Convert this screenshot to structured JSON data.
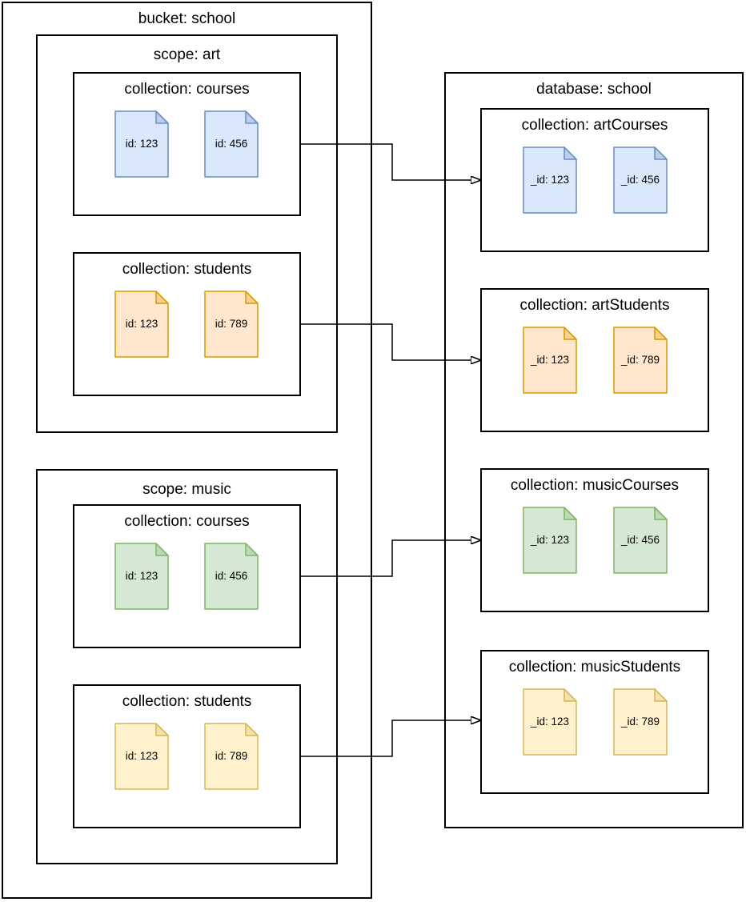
{
  "diagram": {
    "bucket": {
      "title": "bucket: school",
      "scopes": [
        {
          "title": "scope: art",
          "collections": [
            {
              "title": "collection: courses",
              "color": "blue",
              "docs": [
                "id: 123",
                "id: 456"
              ]
            },
            {
              "title": "collection: students",
              "color": "orange",
              "docs": [
                "id: 123",
                "id: 789"
              ]
            }
          ]
        },
        {
          "title": "scope: music",
          "collections": [
            {
              "title": "collection: courses",
              "color": "green",
              "docs": [
                "id: 123",
                "id: 456"
              ]
            },
            {
              "title": "collection: students",
              "color": "yellow",
              "docs": [
                "id: 123",
                "id: 789"
              ]
            }
          ]
        }
      ]
    },
    "database": {
      "title": "database: school",
      "collections": [
        {
          "title": "collection: artCourses",
          "color": "blue",
          "docs": [
            "_id: 123",
            "_id: 456"
          ]
        },
        {
          "title": "collection: artStudents",
          "color": "orange",
          "docs": [
            "_id: 123",
            "_id: 789"
          ]
        },
        {
          "title": "collection: musicCourses",
          "color": "green",
          "docs": [
            "_id: 123",
            "_id: 456"
          ]
        },
        {
          "title": "collection: musicStudents",
          "color": "yellow",
          "docs": [
            "_id: 123",
            "_id: 789"
          ]
        }
      ]
    },
    "connectors": [
      {
        "from": "scope: art / collection: courses",
        "to": "collection: artCourses"
      },
      {
        "from": "scope: art / collection: students",
        "to": "collection: artStudents"
      },
      {
        "from": "scope: music / collection: courses",
        "to": "collection: musicCourses"
      },
      {
        "from": "scope: music / collection: students",
        "to": "collection: musicStudents"
      }
    ],
    "colors": {
      "blue": {
        "fill": "#dae8fc",
        "stroke": "#6c8ebf"
      },
      "orange": {
        "fill": "#ffe6cc",
        "stroke": "#d79b00"
      },
      "green": {
        "fill": "#d5e8d4",
        "stroke": "#82b366"
      },
      "yellow": {
        "fill": "#fff2cc",
        "stroke": "#d6b656"
      },
      "line": "#000000"
    }
  }
}
